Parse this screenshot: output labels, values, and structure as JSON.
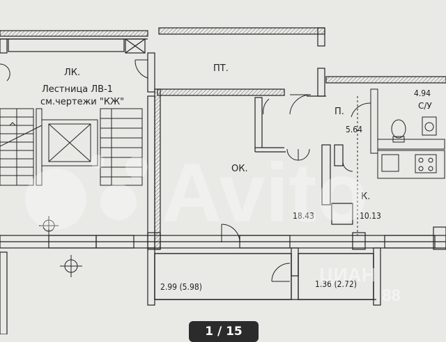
{
  "rooms": {
    "stair_hall": "ЛК.",
    "stair_title": "Лестница ЛВ-1",
    "stair_ref": "см.чертежи \"КЖ\"",
    "corridor": "ПТ.",
    "living": "ОК.",
    "hallway": "П.",
    "kitchen": "К.",
    "bathroom": "С/У"
  },
  "areas": {
    "living": "18.43",
    "kitchen": "10.13",
    "hallway": "5.64",
    "bathroom": "4.94",
    "balcony_left": "2.99 (5.98)",
    "balcony_right": "1.36 (2.72)"
  },
  "watermarks": {
    "avito": "Avito",
    "cian": "ЦИАН",
    "cian_digits": "88"
  },
  "gallery": {
    "counter": "1 / 15"
  }
}
